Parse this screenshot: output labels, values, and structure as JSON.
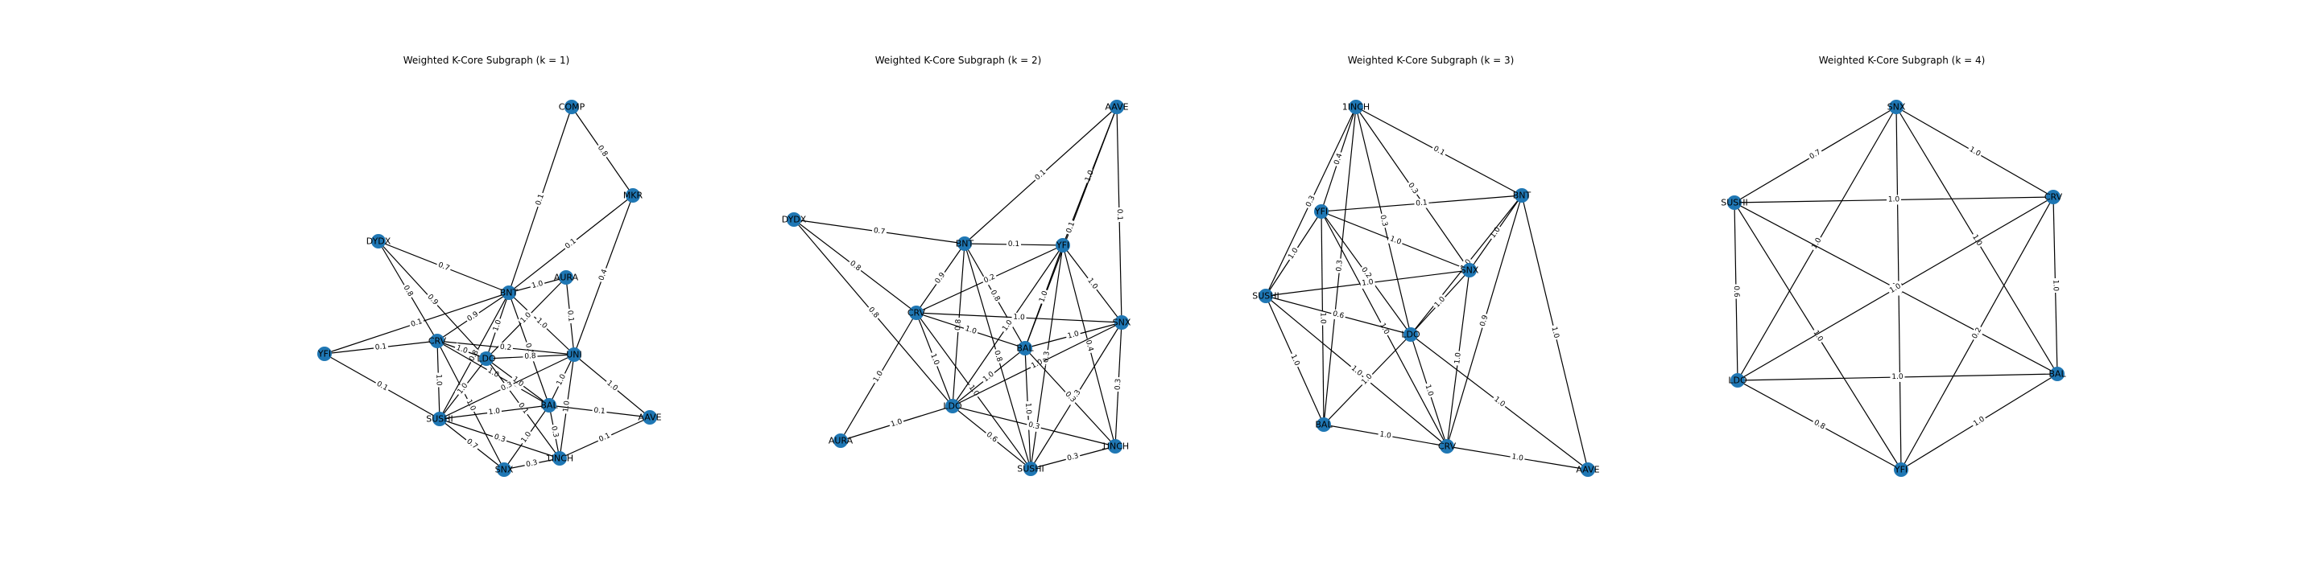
{
  "panels": [
    {
      "title": "Weighted K-Core Subgraph (k = 1)",
      "nodes": [
        "COMP",
        "MKR",
        "DYDX",
        "BNT",
        "AURA",
        "CRV",
        "UNI",
        "LDO",
        "YFI",
        "SUSHI",
        "BAL",
        "1INCH",
        "AAVE",
        "SNX"
      ],
      "edges": [
        {
          "from": "COMP",
          "to": "MKR",
          "weight": "0.8"
        },
        {
          "from": "COMP",
          "to": "BNT",
          "weight": "0.1"
        },
        {
          "from": "MKR",
          "to": "BNT",
          "weight": "0.1"
        },
        {
          "from": "MKR",
          "to": "UNI",
          "weight": "0.4"
        },
        {
          "from": "DYDX",
          "to": "BNT",
          "weight": "0.7"
        },
        {
          "from": "DYDX",
          "to": "CRV",
          "weight": "0.8"
        },
        {
          "from": "DYDX",
          "to": "LDO",
          "weight": "0.9"
        },
        {
          "from": "BNT",
          "to": "AURA",
          "weight": "1.0"
        },
        {
          "from": "BNT",
          "to": "CRV",
          "weight": "0.9"
        },
        {
          "from": "BNT",
          "to": "UNI",
          "weight": "1.0"
        },
        {
          "from": "BNT",
          "to": "LDO",
          "weight": "1.0"
        },
        {
          "from": "BNT",
          "to": "SUSHI",
          "weight": "0.8"
        },
        {
          "from": "BNT",
          "to": "BAL",
          "weight": "0.1"
        },
        {
          "from": "AURA",
          "to": "LDO",
          "weight": "1.0"
        },
        {
          "from": "AURA",
          "to": "UNI",
          "weight": "0.1"
        },
        {
          "from": "YFI",
          "to": "CRV",
          "weight": "0.1"
        },
        {
          "from": "YFI",
          "to": "SUSHI",
          "weight": "0.1"
        },
        {
          "from": "YFI",
          "to": "BNT",
          "weight": "0.1"
        },
        {
          "from": "CRV",
          "to": "UNI",
          "weight": "0.2"
        },
        {
          "from": "CRV",
          "to": "SUSHI",
          "weight": "1.0"
        },
        {
          "from": "CRV",
          "to": "LDO",
          "weight": "1.0"
        },
        {
          "from": "CRV",
          "to": "SNX",
          "weight": "1.0"
        },
        {
          "from": "CRV",
          "to": "BAL",
          "weight": "1.0"
        },
        {
          "from": "LDO",
          "to": "UNI",
          "weight": "0.8"
        },
        {
          "from": "LDO",
          "to": "SUSHI",
          "weight": "1.0"
        },
        {
          "from": "LDO",
          "to": "BAL",
          "weight": "1.0"
        },
        {
          "from": "LDO",
          "to": "1INCH",
          "weight": "0.1"
        },
        {
          "from": "UNI",
          "to": "BAL",
          "weight": "1.0"
        },
        {
          "from": "UNI",
          "to": "AAVE",
          "weight": "1.0"
        },
        {
          "from": "UNI",
          "to": "1INCH",
          "weight": "1.0"
        },
        {
          "from": "UNI",
          "to": "SUSHI",
          "weight": "0.3"
        },
        {
          "from": "SUSHI",
          "to": "BAL",
          "weight": "1.0"
        },
        {
          "from": "SUSHI",
          "to": "SNX",
          "weight": "0.7"
        },
        {
          "from": "SUSHI",
          "to": "1INCH",
          "weight": "0.3"
        },
        {
          "from": "BAL",
          "to": "AAVE",
          "weight": "0.1"
        },
        {
          "from": "BAL",
          "to": "SNX",
          "weight": "1.0"
        },
        {
          "from": "BAL",
          "to": "1INCH",
          "weight": "0.3"
        },
        {
          "from": "SNX",
          "to": "1INCH",
          "weight": "0.3"
        },
        {
          "from": "1INCH",
          "to": "AAVE",
          "weight": "0.1"
        }
      ]
    },
    {
      "title": "Weighted K-Core Subgraph (k = 2)",
      "nodes": [
        "AAVE",
        "DYDX",
        "BNT",
        "YFI",
        "CRV",
        "SNX",
        "BAL",
        "AURA",
        "LDO",
        "SUSHI",
        "1INCH"
      ],
      "edges": [
        {
          "from": "AAVE",
          "to": "BNT",
          "weight": "0.1"
        },
        {
          "from": "AAVE",
          "to": "YFI",
          "weight": "1.0"
        },
        {
          "from": "AAVE",
          "to": "SNX",
          "weight": "0.1"
        },
        {
          "from": "AAVE",
          "to": "BAL",
          "weight": "0.1"
        },
        {
          "from": "DYDX",
          "to": "BNT",
          "weight": "0.7"
        },
        {
          "from": "DYDX",
          "to": "CRV",
          "weight": "0.8"
        },
        {
          "from": "DYDX",
          "to": "LDO",
          "weight": "0.8"
        },
        {
          "from": "BNT",
          "to": "YFI",
          "weight": "0.1"
        },
        {
          "from": "BNT",
          "to": "CRV",
          "weight": "0.9"
        },
        {
          "from": "BNT",
          "to": "BAL",
          "weight": "0.8"
        },
        {
          "from": "BNT",
          "to": "LDO",
          "weight": "0.8"
        },
        {
          "from": "BNT",
          "to": "SUSHI",
          "weight": "0.8"
        },
        {
          "from": "YFI",
          "to": "CRV",
          "weight": "0.2"
        },
        {
          "from": "YFI",
          "to": "SNX",
          "weight": "1.0"
        },
        {
          "from": "YFI",
          "to": "BAL",
          "weight": "1.0"
        },
        {
          "from": "YFI",
          "to": "LDO",
          "weight": "1.0"
        },
        {
          "from": "YFI",
          "to": "SUSHI",
          "weight": "0.3"
        },
        {
          "from": "YFI",
          "to": "1INCH",
          "weight": "0.4"
        },
        {
          "from": "CRV",
          "to": "SNX",
          "weight": "1.0"
        },
        {
          "from": "CRV",
          "to": "BAL",
          "weight": "1.0"
        },
        {
          "from": "CRV",
          "to": "AURA",
          "weight": "1.0"
        },
        {
          "from": "CRV",
          "to": "LDO",
          "weight": "1.0"
        },
        {
          "from": "CRV",
          "to": "SUSHI",
          "weight": "1.0"
        },
        {
          "from": "SNX",
          "to": "BAL",
          "weight": "1.0"
        },
        {
          "from": "SNX",
          "to": "LDO",
          "weight": "1.0"
        },
        {
          "from": "SNX",
          "to": "1INCH",
          "weight": "0.3"
        },
        {
          "from": "SNX",
          "to": "SUSHI",
          "weight": "0.3"
        },
        {
          "from": "BAL",
          "to": "LDO",
          "weight": "1.0"
        },
        {
          "from": "BAL",
          "to": "SUSHI",
          "weight": "1.0"
        },
        {
          "from": "BAL",
          "to": "1INCH",
          "weight": "0.3"
        },
        {
          "from": "AURA",
          "to": "LDO",
          "weight": "1.0"
        },
        {
          "from": "LDO",
          "to": "SUSHI",
          "weight": "0.6"
        },
        {
          "from": "LDO",
          "to": "1INCH",
          "weight": "0.3"
        },
        {
          "from": "SUSHI",
          "to": "1INCH",
          "weight": "0.3"
        }
      ]
    },
    {
      "title": "Weighted K-Core Subgraph (k = 3)",
      "nodes": [
        "1INCH",
        "BNT",
        "YFI",
        "SNX",
        "SUSHI",
        "LDO",
        "BAL",
        "CRV",
        "AAVE"
      ],
      "edges": [
        {
          "from": "1INCH",
          "to": "BNT",
          "weight": "0.1"
        },
        {
          "from": "1INCH",
          "to": "YFI",
          "weight": "0.4"
        },
        {
          "from": "1INCH",
          "to": "SNX",
          "weight": "0.3"
        },
        {
          "from": "1INCH",
          "to": "SUSHI",
          "weight": "0.3"
        },
        {
          "from": "1INCH",
          "to": "LDO",
          "weight": "0.3"
        },
        {
          "from": "1INCH",
          "to": "BAL",
          "weight": "0.3"
        },
        {
          "from": "YFI",
          "to": "BNT",
          "weight": "0.1"
        },
        {
          "from": "YFI",
          "to": "SNX",
          "weight": "1.0"
        },
        {
          "from": "YFI",
          "to": "SUSHI",
          "weight": "1.0"
        },
        {
          "from": "YFI",
          "to": "LDO",
          "weight": "0.2"
        },
        {
          "from": "YFI",
          "to": "BAL",
          "weight": "1.0"
        },
        {
          "from": "YFI",
          "to": "CRV",
          "weight": "1.0"
        },
        {
          "from": "BNT",
          "to": "SNX",
          "weight": "1.0"
        },
        {
          "from": "BNT",
          "to": "LDO",
          "weight": "1.0"
        },
        {
          "from": "BNT",
          "to": "CRV",
          "weight": "0.9"
        },
        {
          "from": "BNT",
          "to": "AAVE",
          "weight": "1.0"
        },
        {
          "from": "SUSHI",
          "to": "SNX",
          "weight": "1.0"
        },
        {
          "from": "SUSHI",
          "to": "LDO",
          "weight": "0.6"
        },
        {
          "from": "SUSHI",
          "to": "BAL",
          "weight": "1.0"
        },
        {
          "from": "SUSHI",
          "to": "CRV",
          "weight": "1.0"
        },
        {
          "from": "SNX",
          "to": "LDO",
          "weight": "1.0"
        },
        {
          "from": "SNX",
          "to": "CRV",
          "weight": "1.0"
        },
        {
          "from": "LDO",
          "to": "BAL",
          "weight": "1.0"
        },
        {
          "from": "LDO",
          "to": "CRV",
          "weight": "1.0"
        },
        {
          "from": "LDO",
          "to": "AAVE",
          "weight": "1.0"
        },
        {
          "from": "BAL",
          "to": "CRV",
          "weight": "1.0"
        },
        {
          "from": "CRV",
          "to": "AAVE",
          "weight": "1.0"
        }
      ]
    },
    {
      "title": "Weighted K-Core Subgraph (k = 4)",
      "nodes": [
        "SNX",
        "SUSHI",
        "CRV",
        "LDO",
        "BAL",
        "YFI"
      ],
      "edges": [
        {
          "from": "SNX",
          "to": "SUSHI",
          "weight": "0.7"
        },
        {
          "from": "SNX",
          "to": "CRV",
          "weight": "1.0"
        },
        {
          "from": "SNX",
          "to": "LDO",
          "weight": "1.0"
        },
        {
          "from": "SNX",
          "to": "BAL",
          "weight": "1.0"
        },
        {
          "from": "SNX",
          "to": "YFI",
          "weight": "1.0"
        },
        {
          "from": "SUSHI",
          "to": "CRV",
          "weight": "1.0"
        },
        {
          "from": "SUSHI",
          "to": "LDO",
          "weight": "0.6"
        },
        {
          "from": "SUSHI",
          "to": "BAL",
          "weight": "1.0"
        },
        {
          "from": "SUSHI",
          "to": "YFI",
          "weight": "1.0"
        },
        {
          "from": "CRV",
          "to": "LDO",
          "weight": "1.0"
        },
        {
          "from": "CRV",
          "to": "BAL",
          "weight": "1.0"
        },
        {
          "from": "CRV",
          "to": "YFI",
          "weight": "0.2"
        },
        {
          "from": "LDO",
          "to": "BAL",
          "weight": "1.0"
        },
        {
          "from": "LDO",
          "to": "YFI",
          "weight": "0.8"
        },
        {
          "from": "BAL",
          "to": "YFI",
          "weight": "1.0"
        }
      ]
    }
  ]
}
